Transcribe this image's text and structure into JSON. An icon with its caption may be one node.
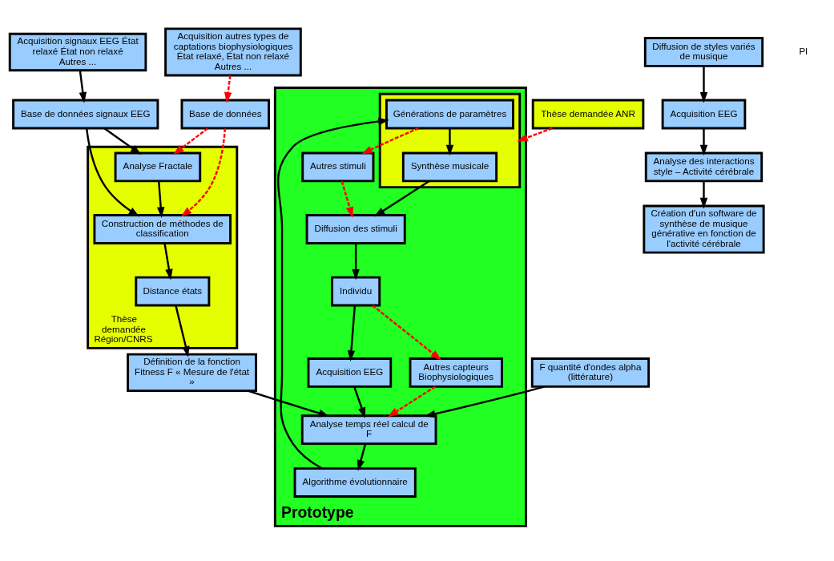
{
  "diagram": {
    "nodes": [
      {
        "text": [
          "Acquisition signaux EEG État relaxé État non relaxé Autres ..."
        ]
      },
      {
        "text": [
          "Base de données signaux EEG"
        ]
      },
      {
        "text": [
          "Thèse demandée Région/CNRS"
        ]
      },
      {
        "text": [
          "Analyse Fractale"
        ],
        "in": 2
      },
      {
        "text": [
          "Construction de méthodes de classification"
        ],
        "in": 2
      },
      {
        "text": [
          "Distance états"
        ],
        "in": 2
      },
      {
        "text": [
          "Définition de la fonction Fitness F « Mesure de l'état »"
        ]
      },
      {
        "text": [
          "Base de données"
        ]
      },
      {
        "text": [
          "Acquisition autres types de captations biophysiologiques État relaxé, État non relaxé Autres ..."
        ]
      },
      {
        "text": [
          "Prototype"
        ]
      },
      {
        "text": [
          "Individu"
        ],
        "in": 9
      },
      {
        "text": [
          "Diffusion des stimuli"
        ],
        "in": 9
      },
      {
        "text": [
          "Autres stimuli"
        ],
        "in": 9
      },
      {
        "text": [
          "Autres capteurs Biophysiologiques"
        ],
        "in": 9
      },
      {
        "text": [
          "Acquisition EEG"
        ],
        "in": 9
      },
      {
        "text": [],
        "shape": "box",
        "in": 9
      },
      {
        "text": [
          "Synthèse musicale"
        ],
        "in": 15
      },
      {
        "text": [
          "Générations de paramètres"
        ],
        "in": 15
      },
      {
        "text": [
          "Analyse temps réel calcul de F"
        ],
        "in": 9
      },
      {
        "text": [
          "Algorithme évolutionnaire"
        ],
        "in": 9
      },
      {
        "text": [
          "F quantité d'ondes alpha (littérature)"
        ]
      },
      {
        "text": [
          "Thèse demandée ANR"
        ]
      },
      {
        "text": [
          "Diffusion de styles variés de musique"
        ]
      },
      {
        "text": [
          "Acquisition EEG"
        ]
      },
      {
        "text": [
          "Analyse des interactions style – Activité cérébrale"
        ]
      },
      {
        "text": [
          "Création d'un software de synthèse de musique générative en fonction de l'activité cérébrale"
        ]
      }
    ],
    "edges": [
      {
        "from": 0,
        "to": 1,
        "arrow": "to"
      },
      {
        "from": 1,
        "to": 3,
        "arrow": "to"
      },
      {
        "from": 1,
        "to": 4,
        "arrow": "to"
      },
      {
        "from": 3,
        "to": 4,
        "arrow": "to"
      },
      {
        "from": 4,
        "to": 5,
        "arrow": "to"
      },
      {
        "from": 5,
        "to": 6,
        "arrow": "to"
      },
      {
        "from": 7,
        "to": 3,
        "arrow": "to",
        "style": "dashed",
        "color": "#ff0000"
      },
      {
        "from": 7,
        "to": 4,
        "arrow": "to",
        "style": "dashed",
        "color": "#ff0000"
      },
      {
        "from": 8,
        "to": 7,
        "arrow": "to",
        "style": "dashed",
        "color": "#ff0000"
      },
      {
        "from": 6,
        "to": 18,
        "arrow": "to"
      },
      {
        "from": 20,
        "to": 18,
        "arrow": "to"
      },
      {
        "from": 11,
        "to": 10,
        "arrow": "to"
      },
      {
        "from": 12,
        "to": 11,
        "arrow": "to",
        "style": "dashed",
        "color": "#ff0000"
      },
      {
        "from": 10,
        "to": 13,
        "arrow": "to",
        "style": "dashed",
        "color": "#ff0000"
      },
      {
        "from": 10,
        "to": 14,
        "arrow": "to"
      },
      {
        "from": 13,
        "to": 18,
        "arrow": "to",
        "style": "dashed",
        "color": "#ff0000"
      },
      {
        "from": 14,
        "to": 18,
        "arrow": "to"
      },
      {
        "from": 18,
        "to": 19,
        "arrow": "to"
      },
      {
        "from": 19,
        "to": 17,
        "arrow": "to"
      },
      {
        "from": 17,
        "to": 16,
        "arrow": "to"
      },
      {
        "from": 16,
        "to": 11,
        "arrow": "to"
      },
      {
        "from": 17,
        "to": 12,
        "arrow": "to",
        "style": "dashed",
        "color": "#ff0000"
      },
      {
        "from": 21,
        "to": 15,
        "arrow": "to",
        "style": "dashed",
        "color": "#ff0000"
      },
      {
        "from": 22,
        "to": 23,
        "arrow": "to"
      },
      {
        "from": 23,
        "to": 24,
        "arrow": "to"
      },
      {
        "from": 24,
        "to": 25,
        "arrow": "to"
      }
    ],
    "labels": [
      "Pl"
    ]
  }
}
